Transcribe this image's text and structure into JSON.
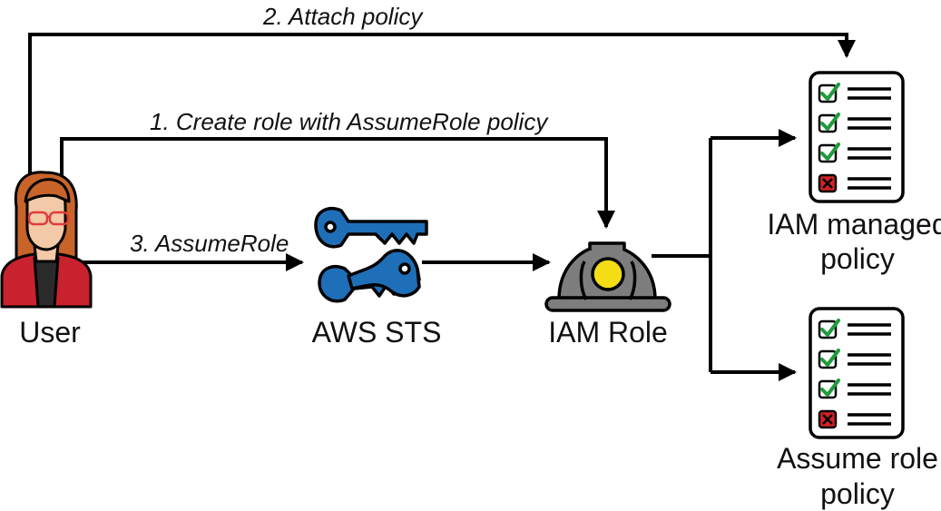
{
  "colors": {
    "line": "#000000",
    "hair": "#c8642a",
    "skin": "#f3c9a8",
    "jacket": "#c8222e",
    "shirt": "#2a2a2a",
    "key": "#1f6fb8",
    "helmet": "#7d7d7d",
    "lamp": "#f4dd14",
    "check": "#1e9b3c",
    "cross": "#d32226"
  },
  "nodes": {
    "user": {
      "label": "User",
      "icon": "user-avatar-icon"
    },
    "sts": {
      "label": "AWS STS",
      "icon": "keys-icon"
    },
    "role": {
      "label": "IAM Role",
      "icon": "hard-hat-icon"
    },
    "managed_policy": {
      "label_lines": [
        "IAM managed",
        "policy"
      ],
      "icon": "policy-document-icon"
    },
    "assume_policy": {
      "label_lines": [
        "Assume role",
        "policy"
      ],
      "icon": "policy-document-icon"
    }
  },
  "edges": {
    "attach": "2. Attach policy",
    "create_role": "1. Create role with AssumeRole policy",
    "assume_role": "3. AssumeRole"
  },
  "policy_items": [
    "check",
    "check",
    "check",
    "cross"
  ]
}
